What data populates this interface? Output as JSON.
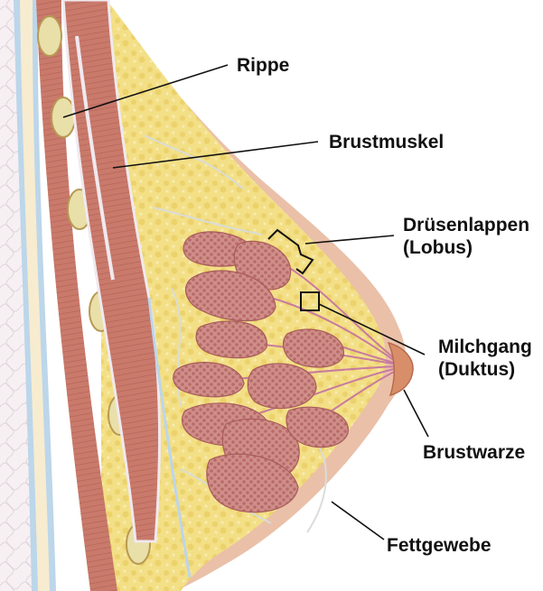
{
  "labels": {
    "rippe": "Rippe",
    "brustmuskel": "Brustmuskel",
    "druesenlappen_line1": "Drüsenlappen",
    "druesenlappen_line2": "(Lobus)",
    "milchgang_line1": "Milchgang",
    "milchgang_line2": "(Duktus)",
    "brustwarze": "Brustwarze",
    "fettgewebe": "Fettgewebe"
  },
  "colors": {
    "skin": "#e7b89e",
    "fat": "#f3df86",
    "fat_speckle": "#e8c95a",
    "muscle": "#c9786a",
    "lobule": "#c98883",
    "lobule_dots": "#b66a67",
    "duct": "#c87b9e",
    "rib": "#e9dfa9",
    "fascia": "#bcd6ea",
    "leader_line": "#111111"
  }
}
